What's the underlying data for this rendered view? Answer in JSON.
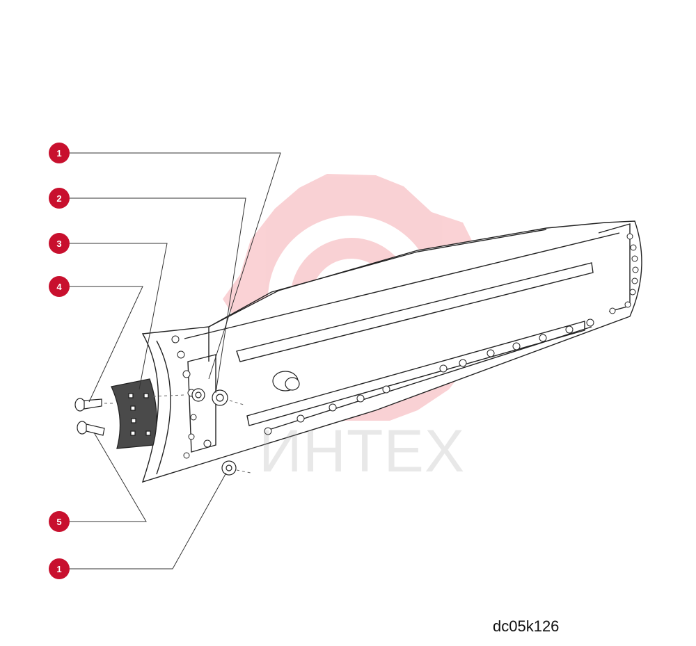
{
  "watermark": {
    "text": "ИНТЕХ",
    "logo": "gear-logo",
    "color": "#e8343f",
    "text_color": "#9a9a9a"
  },
  "callouts": [
    {
      "label": "1"
    },
    {
      "label": "2"
    },
    {
      "label": "3"
    },
    {
      "label": "4"
    },
    {
      "label": "5"
    },
    {
      "label": "1"
    }
  ],
  "callout_color": "#c8102e",
  "figure_code": "dc05k126"
}
